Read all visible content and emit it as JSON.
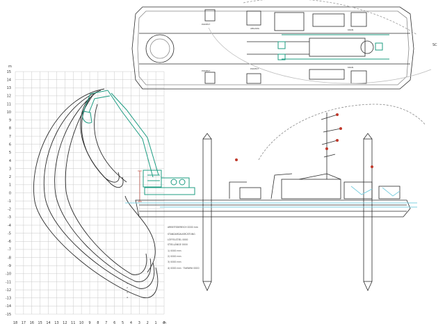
{
  "axes": {
    "y_unit": "m",
    "x_unit": "m",
    "y_ticks": [
      "15",
      "14",
      "13",
      "12",
      "11",
      "10",
      "9",
      "8",
      "7",
      "6",
      "5",
      "4",
      "3",
      "2",
      "1",
      "0",
      "-1",
      "-2",
      "-3",
      "-4",
      "-5",
      "-6",
      "-7",
      "-8",
      "-9",
      "-10",
      "-11",
      "-12",
      "-13",
      "-14",
      "-15"
    ],
    "x_ticks": [
      "18",
      "17",
      "16",
      "15",
      "14",
      "13",
      "12",
      "11",
      "10",
      "9",
      "8",
      "7",
      "6",
      "5",
      "4",
      "3",
      "2",
      "1",
      "0"
    ]
  },
  "curve_labels": [
    "1",
    "2",
    "3",
    "4"
  ],
  "notes": [
    "ARBEITSBEREICH 0000 mm",
    "STANDARDAUSRÜSTUNG",
    "LÖFFELSTIEL 0000",
    "STIELLÄNGE 0000",
    "1) 0000 mm",
    "2) 0000 mm",
    "3) 0000 mm",
    "4) 0000 mm · Tieflöffel 0000"
  ],
  "plan_labels": [
    "PODEST",
    "PODEST",
    "ABGANG",
    "PODEST",
    "KRAN",
    "KRAN"
  ],
  "corner_text": "SC",
  "colors": {
    "ink": "#2a2a2a",
    "excavator": "#1c9c82",
    "waterline": "#7fd0e0",
    "grid": "#c8c8c8",
    "marker": "#c0392b"
  }
}
